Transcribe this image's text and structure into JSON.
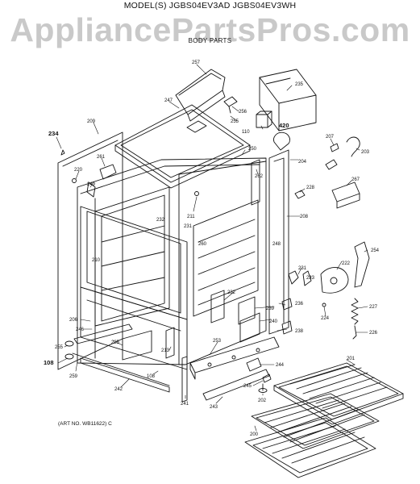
{
  "header": {
    "model_line": "MODEL(S) JGBS04EV3AD  JGBS04EV3WH",
    "watermark": "AppliancePartsPros.com",
    "section_title": "BODY PARTS"
  },
  "footer": {
    "art_number": "(ART NO. WB11622) C"
  },
  "part_labels": {
    "p257": "257",
    "p247": "247",
    "p235": "235",
    "p256": "256",
    "p255": "255",
    "p209": "209",
    "p234": "234",
    "p110": "110",
    "p420": "420",
    "p207": "207",
    "p203": "203",
    "p250": "250",
    "p204": "204",
    "p262": "262",
    "p220": "220",
    "p261": "261",
    "p249": "249",
    "p211": "211",
    "p228": "228",
    "p267": "267",
    "p208": "208",
    "p232a": "232",
    "p231a": "231",
    "p260": "260",
    "p248": "248",
    "p210": "210",
    "p254": "254",
    "p222": "222",
    "p231b": "231",
    "p223": "223",
    "p232b": "232",
    "p239": "239",
    "p236": "236",
    "p227": "227",
    "p224": "224",
    "p206": "206",
    "p246": "246",
    "p240": "240",
    "p238": "238",
    "p226": "226",
    "p225": "225",
    "p255b": "255",
    "p253": "253",
    "p213": "213",
    "p108": "108",
    "p259": "259",
    "p201": "201",
    "p244": "244",
    "p242": "242",
    "p108b": "108",
    "p245": "245",
    "p202": "202",
    "p241": "241",
    "p243": "243",
    "p200": "200"
  }
}
